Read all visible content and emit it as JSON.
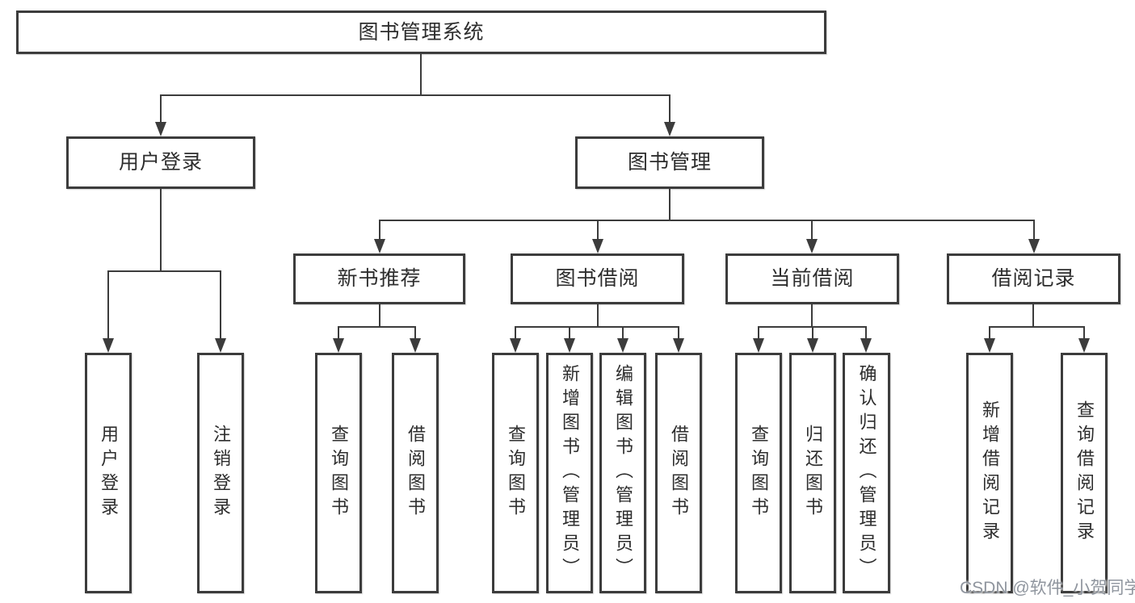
{
  "colors": {
    "line": "#3c3c3c",
    "text": "#2d2d2d",
    "watermark": "#8f959e",
    "bg": "#ffffff"
  },
  "tree": {
    "label": "图书管理系统",
    "children": [
      {
        "label": "用户登录",
        "children": [
          {
            "label": "用户登录"
          },
          {
            "label": "注销登录"
          }
        ]
      },
      {
        "label": "图书管理",
        "children": [
          {
            "label": "新书推荐",
            "children": [
              {
                "label": "查询图书"
              },
              {
                "label": "借阅图书"
              }
            ]
          },
          {
            "label": "图书借阅",
            "children": [
              {
                "label": "查询图书"
              },
              {
                "label": "新增图书（管理员）"
              },
              {
                "label": "编辑图书（管理员）"
              },
              {
                "label": "借阅图书"
              }
            ]
          },
          {
            "label": "当前借阅",
            "children": [
              {
                "label": "查询图书"
              },
              {
                "label": "归还图书"
              },
              {
                "label": "确认归还（管理员）"
              }
            ]
          },
          {
            "label": "借阅记录",
            "children": [
              {
                "label": "新增借阅记录"
              },
              {
                "label": "查询借阅记录"
              }
            ]
          }
        ]
      }
    ]
  },
  "watermark": {
    "text": "CSDN @软件_小贺同学"
  }
}
